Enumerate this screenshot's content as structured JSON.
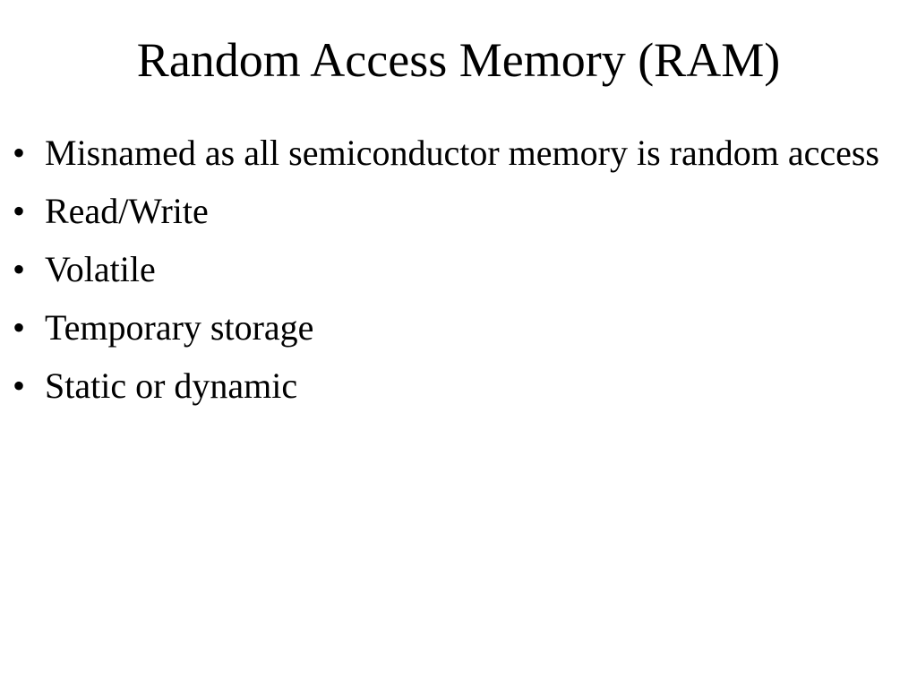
{
  "slide": {
    "title": "Random Access Memory (RAM)",
    "bullet_glyph": "•",
    "bullets": [
      "Misnamed as all semiconductor memory is random access",
      "Read/Write",
      "Volatile",
      "Temporary storage",
      "Static or dynamic"
    ]
  }
}
